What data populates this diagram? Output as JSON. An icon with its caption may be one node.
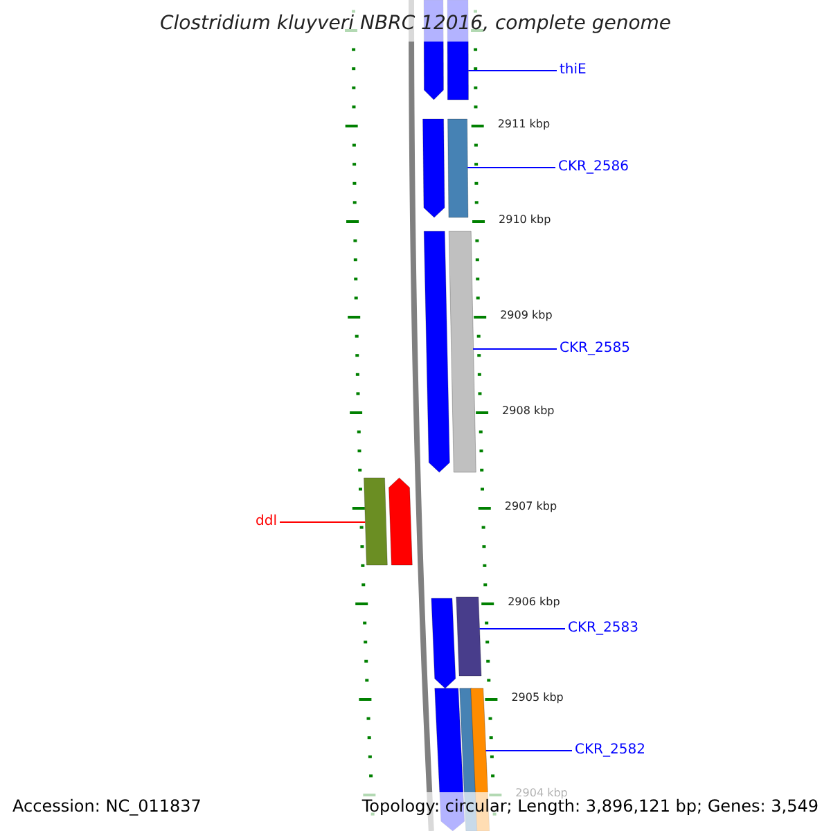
{
  "diagram": {
    "title": "Clostridium kluyveri NBRC 12016, complete genome",
    "nodes": [
      {
        "text": [
          "thiE"
        ]
      },
      {
        "text": [],
        "shape": "bar"
      },
      {
        "text": [
          "CKR_2586"
        ]
      },
      {
        "text": [],
        "shape": "bar"
      },
      {
        "text": [
          "CKR_2585"
        ]
      },
      {
        "text": [],
        "shape": "bar"
      },
      {
        "text": [],
        "shape": "bar"
      },
      {
        "text": [
          "ddl"
        ]
      },
      {
        "text": [
          "CKR_2583"
        ]
      },
      {
        "text": [],
        "shape": "bar"
      },
      {
        "text": [
          "CKR_2582"
        ]
      },
      {
        "text": [],
        "shape": "bar"
      }
    ],
    "edges": [
      {
        "from": 0,
        "to": 1,
        "arrow": "none"
      },
      {
        "from": 2,
        "to": 3,
        "arrow": "none"
      },
      {
        "from": 4,
        "to": 5,
        "arrow": "none"
      },
      {
        "from": 7,
        "to": 6,
        "arrow": "none",
        "color": "#ff0000"
      },
      {
        "from": 8,
        "to": 9,
        "arrow": "none"
      },
      {
        "from": 10,
        "to": 11,
        "arrow": "none"
      }
    ],
    "labels": [
      "2911 kbp",
      "2910 kbp",
      "2909 kbp",
      "2908 kbp",
      "2907 kbp",
      "2906 kbp",
      "2905 kbp",
      "2904 kbp",
      "Accession: NC_011837",
      "Topology: circular; Length: 3,896,121 bp; Genes: 3,549"
    ]
  }
}
